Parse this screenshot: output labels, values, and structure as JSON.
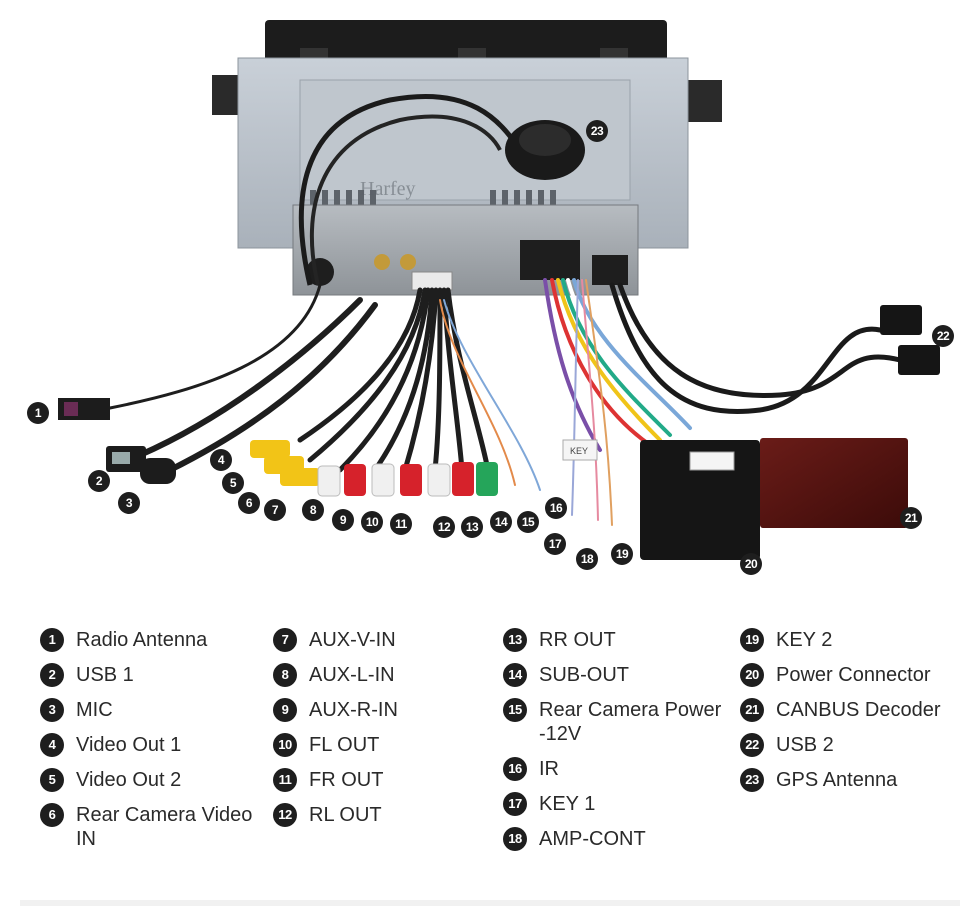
{
  "photo": {
    "watermark": "Harfey",
    "connector_sticker": "KEY"
  },
  "callouts": [
    "1",
    "2",
    "3",
    "4",
    "5",
    "6",
    "7",
    "8",
    "9",
    "10",
    "11",
    "12",
    "13",
    "14",
    "15",
    "16",
    "17",
    "18",
    "19",
    "20",
    "21",
    "22",
    "23"
  ],
  "legend": {
    "columns": [
      [
        {
          "num": "1",
          "label": "Radio Antenna"
        },
        {
          "num": "2",
          "label": "USB 1"
        },
        {
          "num": "3",
          "label": "MIC"
        },
        {
          "num": "4",
          "label": "Video Out 1"
        },
        {
          "num": "5",
          "label": "Video Out 2"
        },
        {
          "num": "6",
          "label": "Rear Camera Video IN"
        }
      ],
      [
        {
          "num": "7",
          "label": "AUX-V-IN"
        },
        {
          "num": "8",
          "label": "AUX-L-IN"
        },
        {
          "num": "9",
          "label": "AUX-R-IN"
        },
        {
          "num": "10",
          "label": "FL OUT"
        },
        {
          "num": "11",
          "label": "FR OUT"
        },
        {
          "num": "12",
          "label": "RL OUT"
        }
      ],
      [
        {
          "num": "13",
          "label": "RR OUT"
        },
        {
          "num": "14",
          "label": "SUB-OUT"
        },
        {
          "num": "15",
          "label": "Rear Camera Power -12V"
        },
        {
          "num": "16",
          "label": "IR"
        },
        {
          "num": "17",
          "label": "KEY 1"
        },
        {
          "num": "18",
          "label": "AMP-CONT"
        }
      ],
      [
        {
          "num": "19",
          "label": "KEY 2"
        },
        {
          "num": "20",
          "label": "Power Connector"
        },
        {
          "num": "21",
          "label": "CANBUS Decoder"
        },
        {
          "num": "22",
          "label": "USB 2"
        },
        {
          "num": "23",
          "label": "GPS Antenna"
        }
      ]
    ]
  }
}
